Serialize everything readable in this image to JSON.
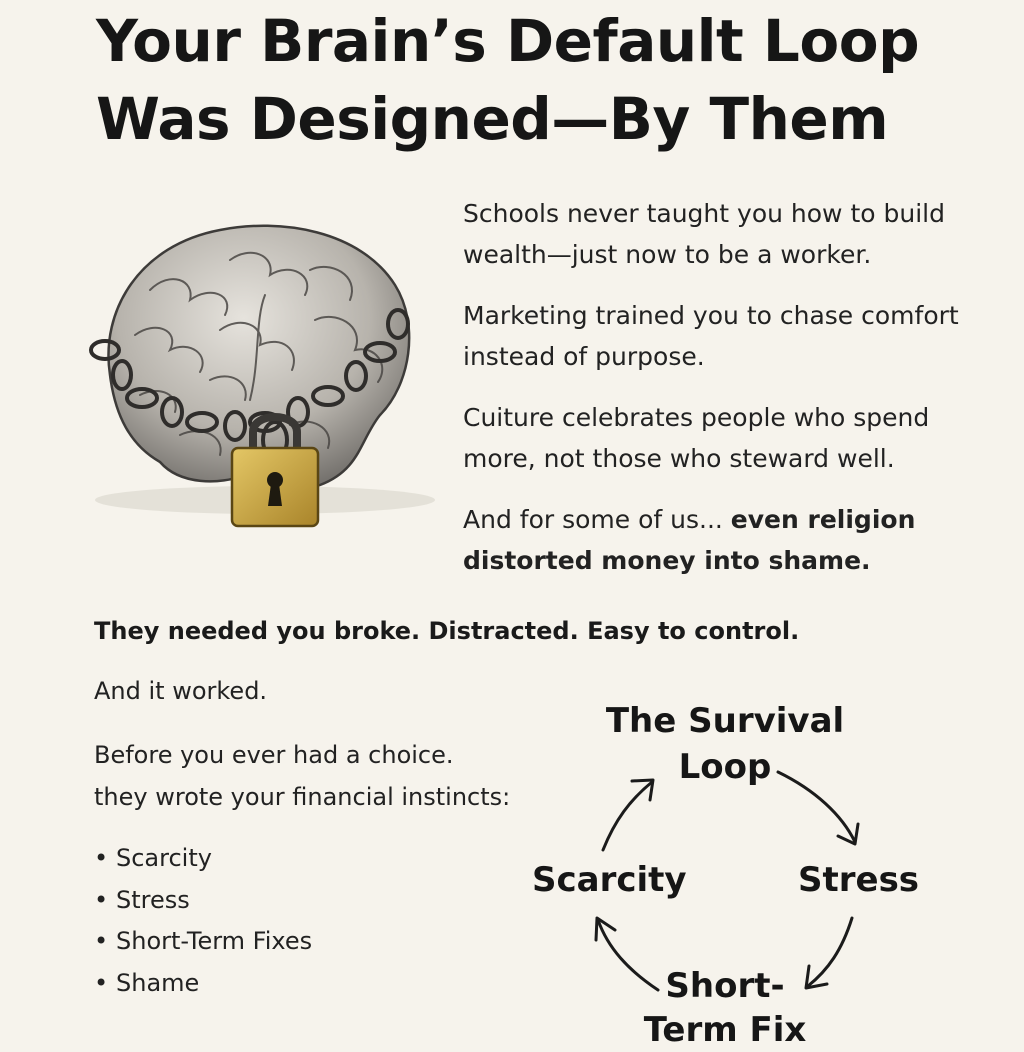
{
  "title": {
    "line1": "Your Brain’s Default Loop",
    "line2": "Was Designed—By Them"
  },
  "intro": {
    "p1": "Schools never taught you how to build wealth—just now to be a worker.",
    "p2": "Marketing trained you to chase comfort instead of purpose.",
    "p3": "Cuiture celebrates people who spend more, not those who steward well.",
    "p4_lead": "And for some of us... ",
    "p4_bold": "even religion distorted money into shame."
  },
  "statement": "They needed you broke. Distracted. Easy to control.",
  "worked": "And it worked.",
  "before": {
    "line1": "Before you ever had a choice.",
    "line2": "they wrote your financial instincts:"
  },
  "instincts": [
    "Scarcity",
    "Stress",
    "Short-Term Fixes",
    "Shame"
  ],
  "bullet": "•",
  "loop": {
    "title_line1": "The Survival",
    "title_line2": "Loop",
    "node_left": "Scarcity",
    "node_right": "Stress",
    "node_bottom_line1": "Short-",
    "node_bottom_line2": "Term Fix"
  },
  "colors": {
    "background": "#f6f3ec",
    "text": "#1b1b1b",
    "lock_gold": "#c9a43a"
  },
  "icons": [
    "brain-icon",
    "chain-icon",
    "padlock-icon",
    "curved-arrow-icon"
  ]
}
